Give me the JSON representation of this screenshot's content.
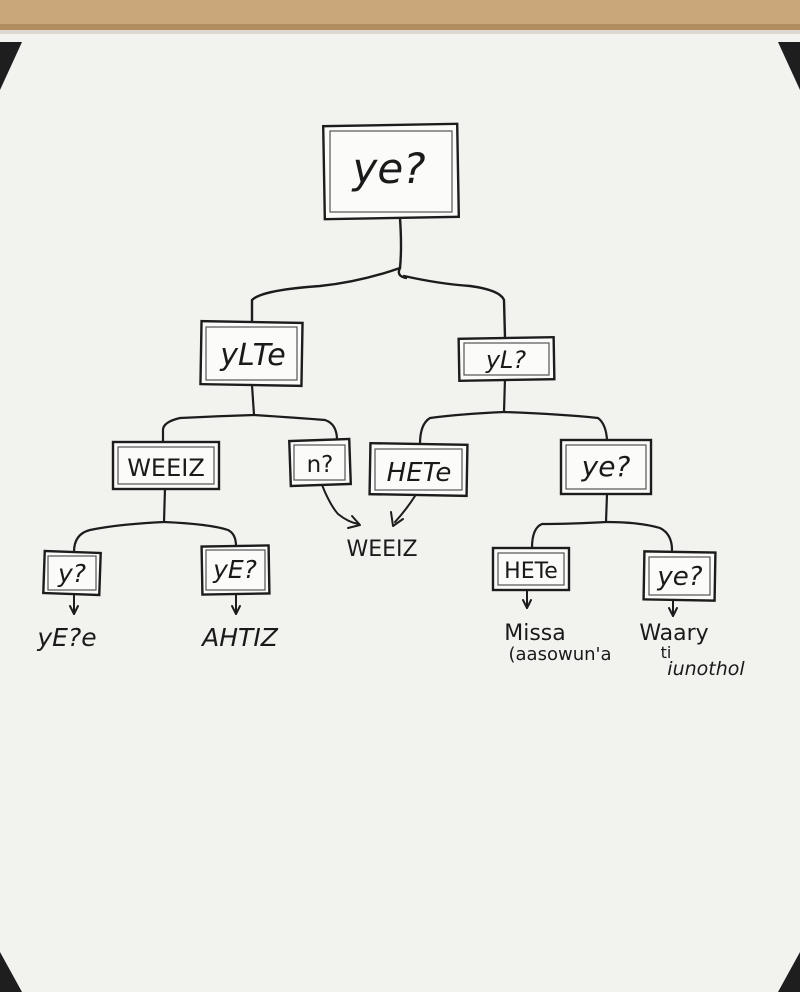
{
  "diagram": {
    "nodes": {
      "root": "ye?",
      "left": "yLTe",
      "right": "yL?",
      "left_left": "WEEIZ",
      "left_right": "n?",
      "right_left": "HETe",
      "right_right": "ye?",
      "lll": "y?",
      "llr": "yE?",
      "rrl": "HETe",
      "rrr": "ye?"
    },
    "outcomes": {
      "lll_out": "yE?e",
      "llr_out": "AHTIZ",
      "merge_out": "WEEIZ",
      "rrl_out_line1": "Missa",
      "rrl_out_line2": "(aasowun'a",
      "rrr_out_line1": "Waary",
      "rrr_out_line2": "ti",
      "rrr_out_line3": "iunothol"
    }
  },
  "colors": {
    "board": "#f2f2ef",
    "ink": "#1c1c1c",
    "frame_wood": "#c9a77a",
    "corner_clip": "#1e1e1e"
  }
}
